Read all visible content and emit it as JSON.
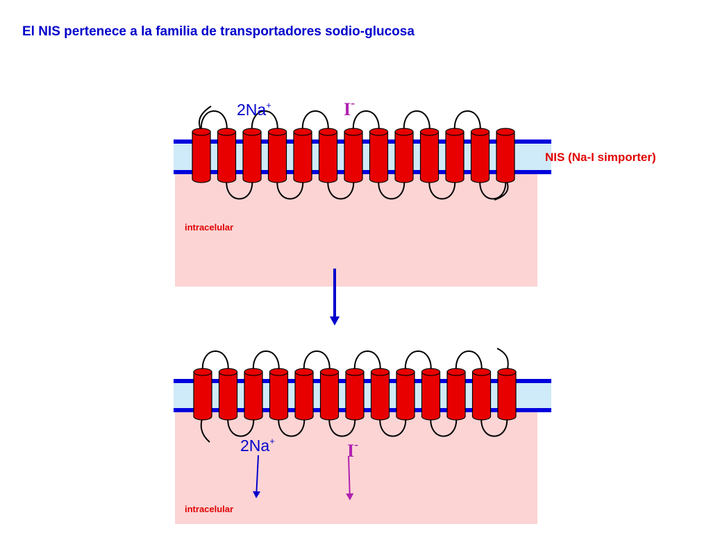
{
  "slide": {
    "title": "El NIS pertenece a la familia de transportadores sodio-glucosa"
  },
  "top_panel": {
    "sodium_label": "2Na",
    "sodium_charge": "+",
    "iodide_label": "I",
    "iodide_charge": "-",
    "protein_label": "NIS (Na-I simporter)",
    "region_label": "intracelular",
    "helix_count": 13
  },
  "bottom_panel": {
    "sodium_label": "2Na",
    "sodium_charge": "+",
    "iodide_label": "I",
    "iodide_charge": "-",
    "region_label": "intracelular",
    "helix_count": 13
  },
  "colors": {
    "helix": "#e80000",
    "membrane_line": "#0000dd",
    "membrane_fill": "#cfeaf8",
    "cytoplasm": "#fcd4d4",
    "sodium": "#0000cc",
    "iodide": "#b020b0",
    "loop": "#000000"
  }
}
